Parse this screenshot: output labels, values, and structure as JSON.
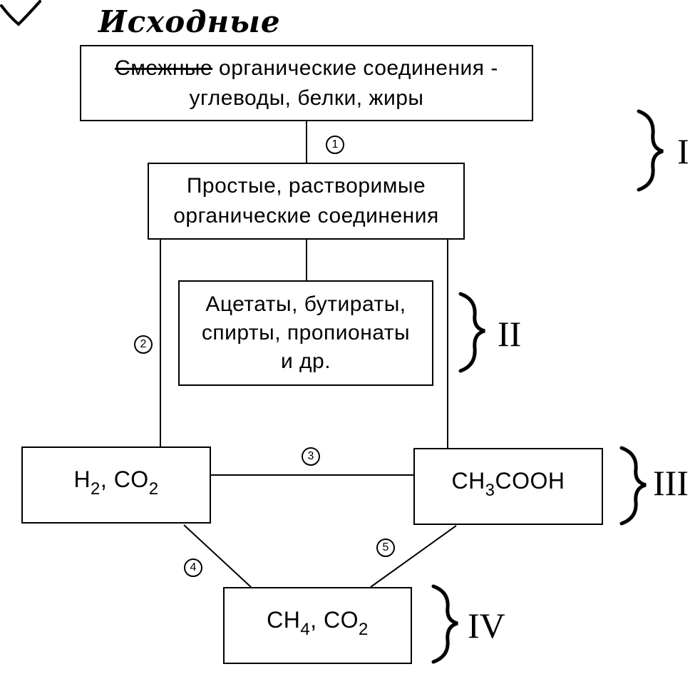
{
  "annotation": {
    "handwritten_word": "Исходные"
  },
  "boxes": {
    "source": {
      "struck_word": "Смежные",
      "line1_rest": " органические соединения -",
      "line2": "углеводы, белки, жиры"
    },
    "simple": {
      "line1": "Простые, растворимые",
      "line2": "органические соединения"
    },
    "acids": {
      "line1": "Ацетаты, бутираты,",
      "line2": "спирты, пропионаты",
      "line3": "и др."
    },
    "h2co2": {
      "a": "H",
      "a_sub": "2",
      "b": ", CO",
      "b_sub": "2"
    },
    "acetic": {
      "a": "CH",
      "a_sub": "3",
      "b": "COOH"
    },
    "methane": {
      "a": "CH",
      "a_sub": "4",
      "b": ", CO",
      "b_sub": "2"
    }
  },
  "steps": [
    "1",
    "2",
    "3",
    "4",
    "5"
  ],
  "stages": [
    "I",
    "II",
    "III",
    "IV"
  ]
}
